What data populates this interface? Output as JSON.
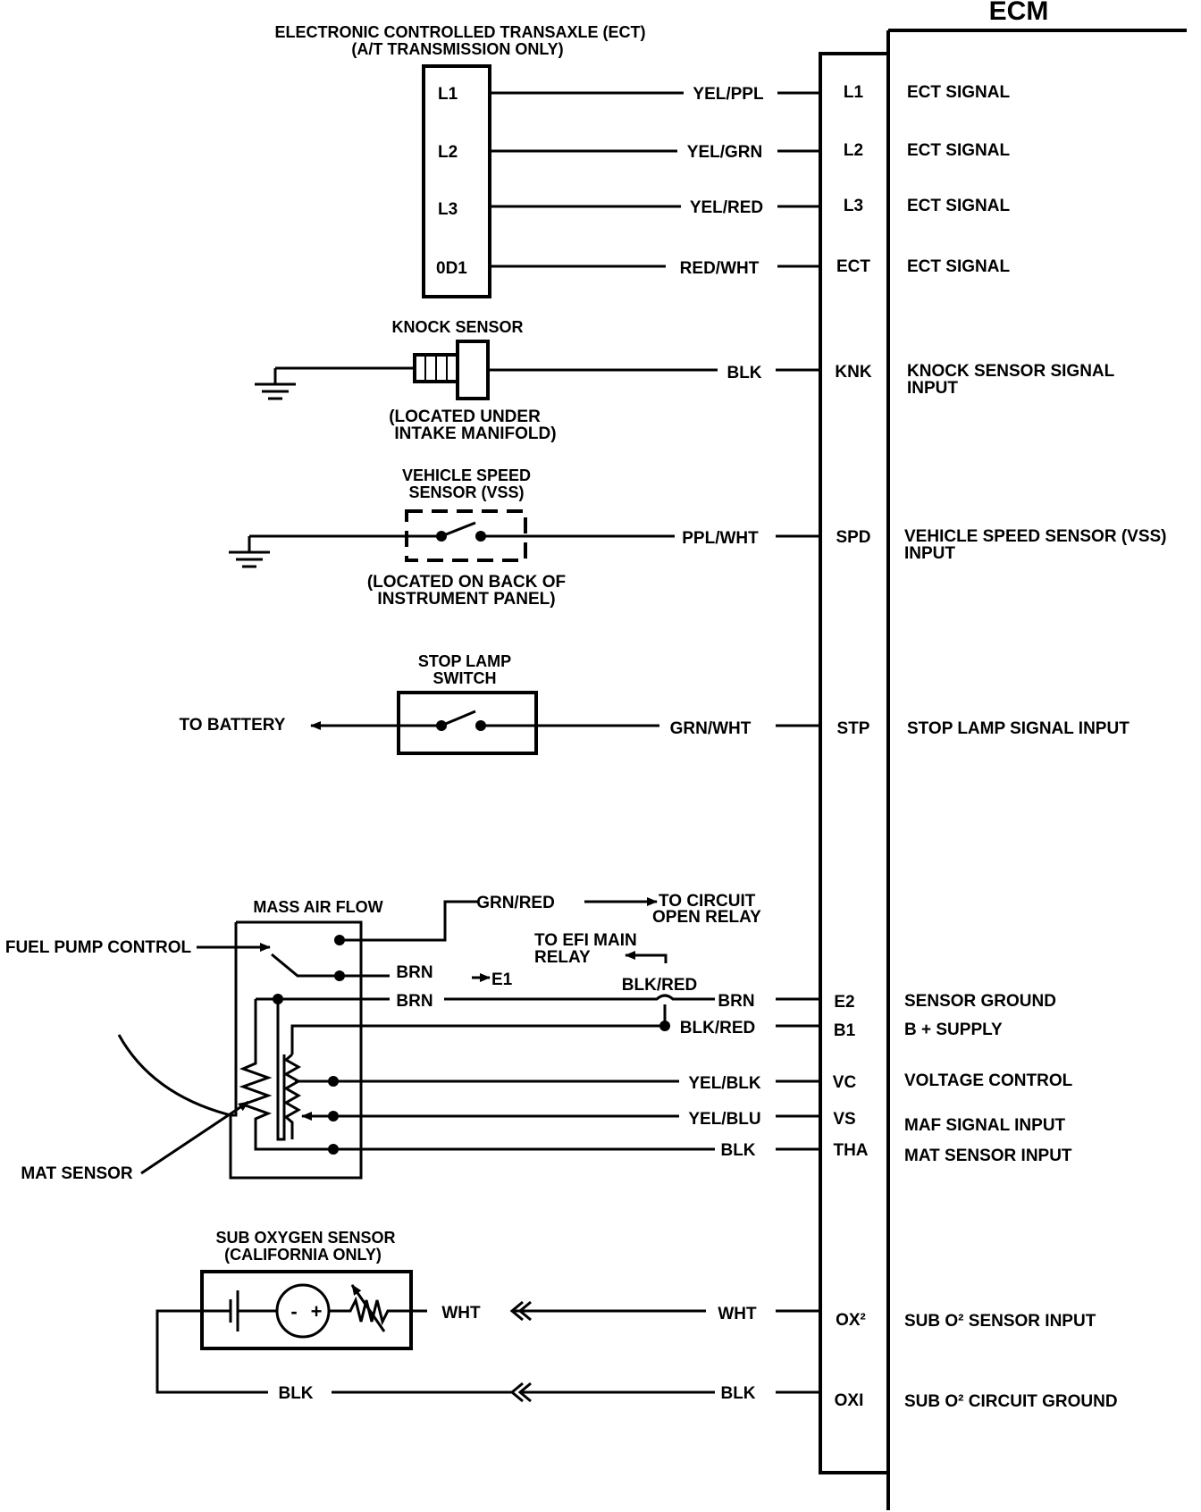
{
  "ecm": {
    "title": "ECM",
    "pins": [
      {
        "pin": "L1",
        "wire": "YEL/PPL",
        "signal": [
          "ECT SIGNAL"
        ]
      },
      {
        "pin": "L2",
        "wire": "YEL/GRN",
        "signal": [
          "ECT SIGNAL"
        ]
      },
      {
        "pin": "L3",
        "wire": "YEL/RED",
        "signal": [
          "ECT SIGNAL"
        ]
      },
      {
        "pin": "ECT",
        "wire": "RED/WHT",
        "signal": [
          "ECT SIGNAL"
        ]
      },
      {
        "pin": "KNK",
        "wire": "BLK",
        "signal": [
          "KNOCK SENSOR SIGNAL",
          "INPUT"
        ]
      },
      {
        "pin": "SPD",
        "wire": "PPL/WHT",
        "signal": [
          "VEHICLE SPEED SENSOR (VSS)",
          "INPUT"
        ]
      },
      {
        "pin": "STP",
        "wire": "GRN/WHT",
        "signal": [
          "STOP LAMP SIGNAL INPUT"
        ]
      },
      {
        "pin": "E2",
        "wire": "BRN",
        "signal": [
          "SENSOR GROUND"
        ]
      },
      {
        "pin": "B1",
        "wire": "BLK/RED",
        "signal": [
          "B + SUPPLY"
        ]
      },
      {
        "pin": "VC",
        "wire": "YEL/BLK",
        "signal": [
          "VOLTAGE CONTROL"
        ]
      },
      {
        "pin": "VS",
        "wire": "YEL/BLU",
        "signal": [
          "MAF SIGNAL INPUT"
        ]
      },
      {
        "pin": "THA",
        "wire": "BLK",
        "signal": [
          "MAT SENSOR INPUT"
        ]
      },
      {
        "pin": "OX²",
        "wire": "WHT",
        "signal": [
          "SUB O² SENSOR INPUT"
        ]
      },
      {
        "pin": "OXI",
        "wire": "BLK",
        "signal": [
          "SUB O² CIRCUIT GROUND"
        ]
      }
    ]
  },
  "ect": {
    "title": [
      "ELECTRONIC CONTROLLED TRANSAXLE (ECT)",
      "(A/T TRANSMISSION ONLY)"
    ],
    "terminals": [
      "L1",
      "L2",
      "L3",
      "0D1"
    ]
  },
  "knock": {
    "title": "KNOCK SENSOR",
    "note": [
      "(LOCATED UNDER",
      "INTAKE MANIFOLD)"
    ]
  },
  "vss": {
    "title": [
      "VEHICLE SPEED",
      "SENSOR (VSS)"
    ],
    "note": [
      "(LOCATED ON BACK OF",
      "INSTRUMENT PANEL)"
    ]
  },
  "stop_lamp": {
    "title": [
      "STOP LAMP",
      "SWITCH"
    ],
    "battery": "TO BATTERY"
  },
  "maf": {
    "title": "MASS AIR FLOW",
    "fuel_pump": "FUEL PUMP CONTROL",
    "mat_sensor": "MAT SENSOR",
    "grn_red": "GRN/RED",
    "circuit_open": [
      "TO CIRCUIT",
      "OPEN RELAY"
    ],
    "brn_e1": "BRN",
    "e1": "E1",
    "brn_e2": "BRN",
    "efi": [
      "TO EFI MAIN",
      "RELAY"
    ],
    "blk_red_top": "BLK/RED"
  },
  "sub_o2": {
    "title": [
      "SUB OXYGEN SENSOR",
      "(CALIFORNIA ONLY)"
    ],
    "wht": "WHT",
    "blk": "BLK"
  }
}
